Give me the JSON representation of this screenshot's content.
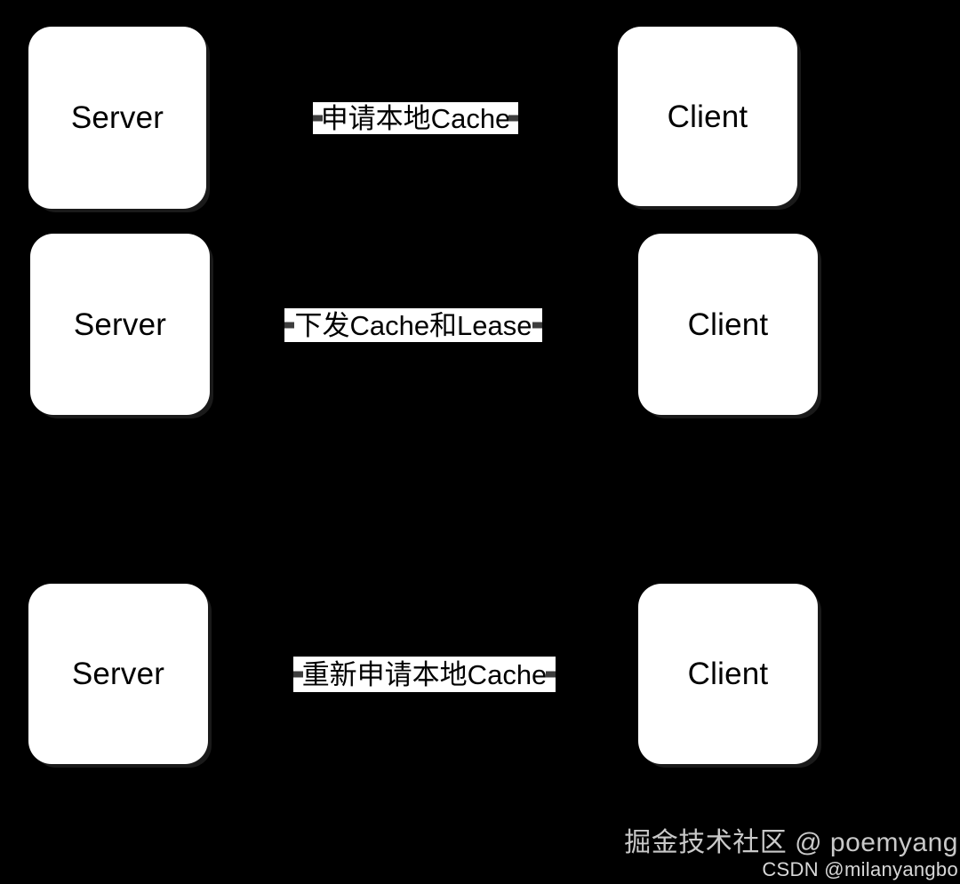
{
  "diagram": {
    "background_color": "#000000",
    "node_fill_color": "#ffffff",
    "node_text_color": "#000000",
    "label_fill_color": "#ffffff",
    "rows": [
      {
        "left_node": "Server",
        "right_node": "Client",
        "edge_label": "申请本地Cache"
      },
      {
        "left_node": "Server",
        "right_node": "Client",
        "edge_label": "下发Cache和Lease"
      },
      {
        "left_node": "Server",
        "right_node": "Client",
        "edge_label": "重新申请本地Cache"
      }
    ]
  },
  "watermark": {
    "primary": "掘金技术社区 @ poemyang",
    "secondary": "CSDN @milanyangbo"
  }
}
